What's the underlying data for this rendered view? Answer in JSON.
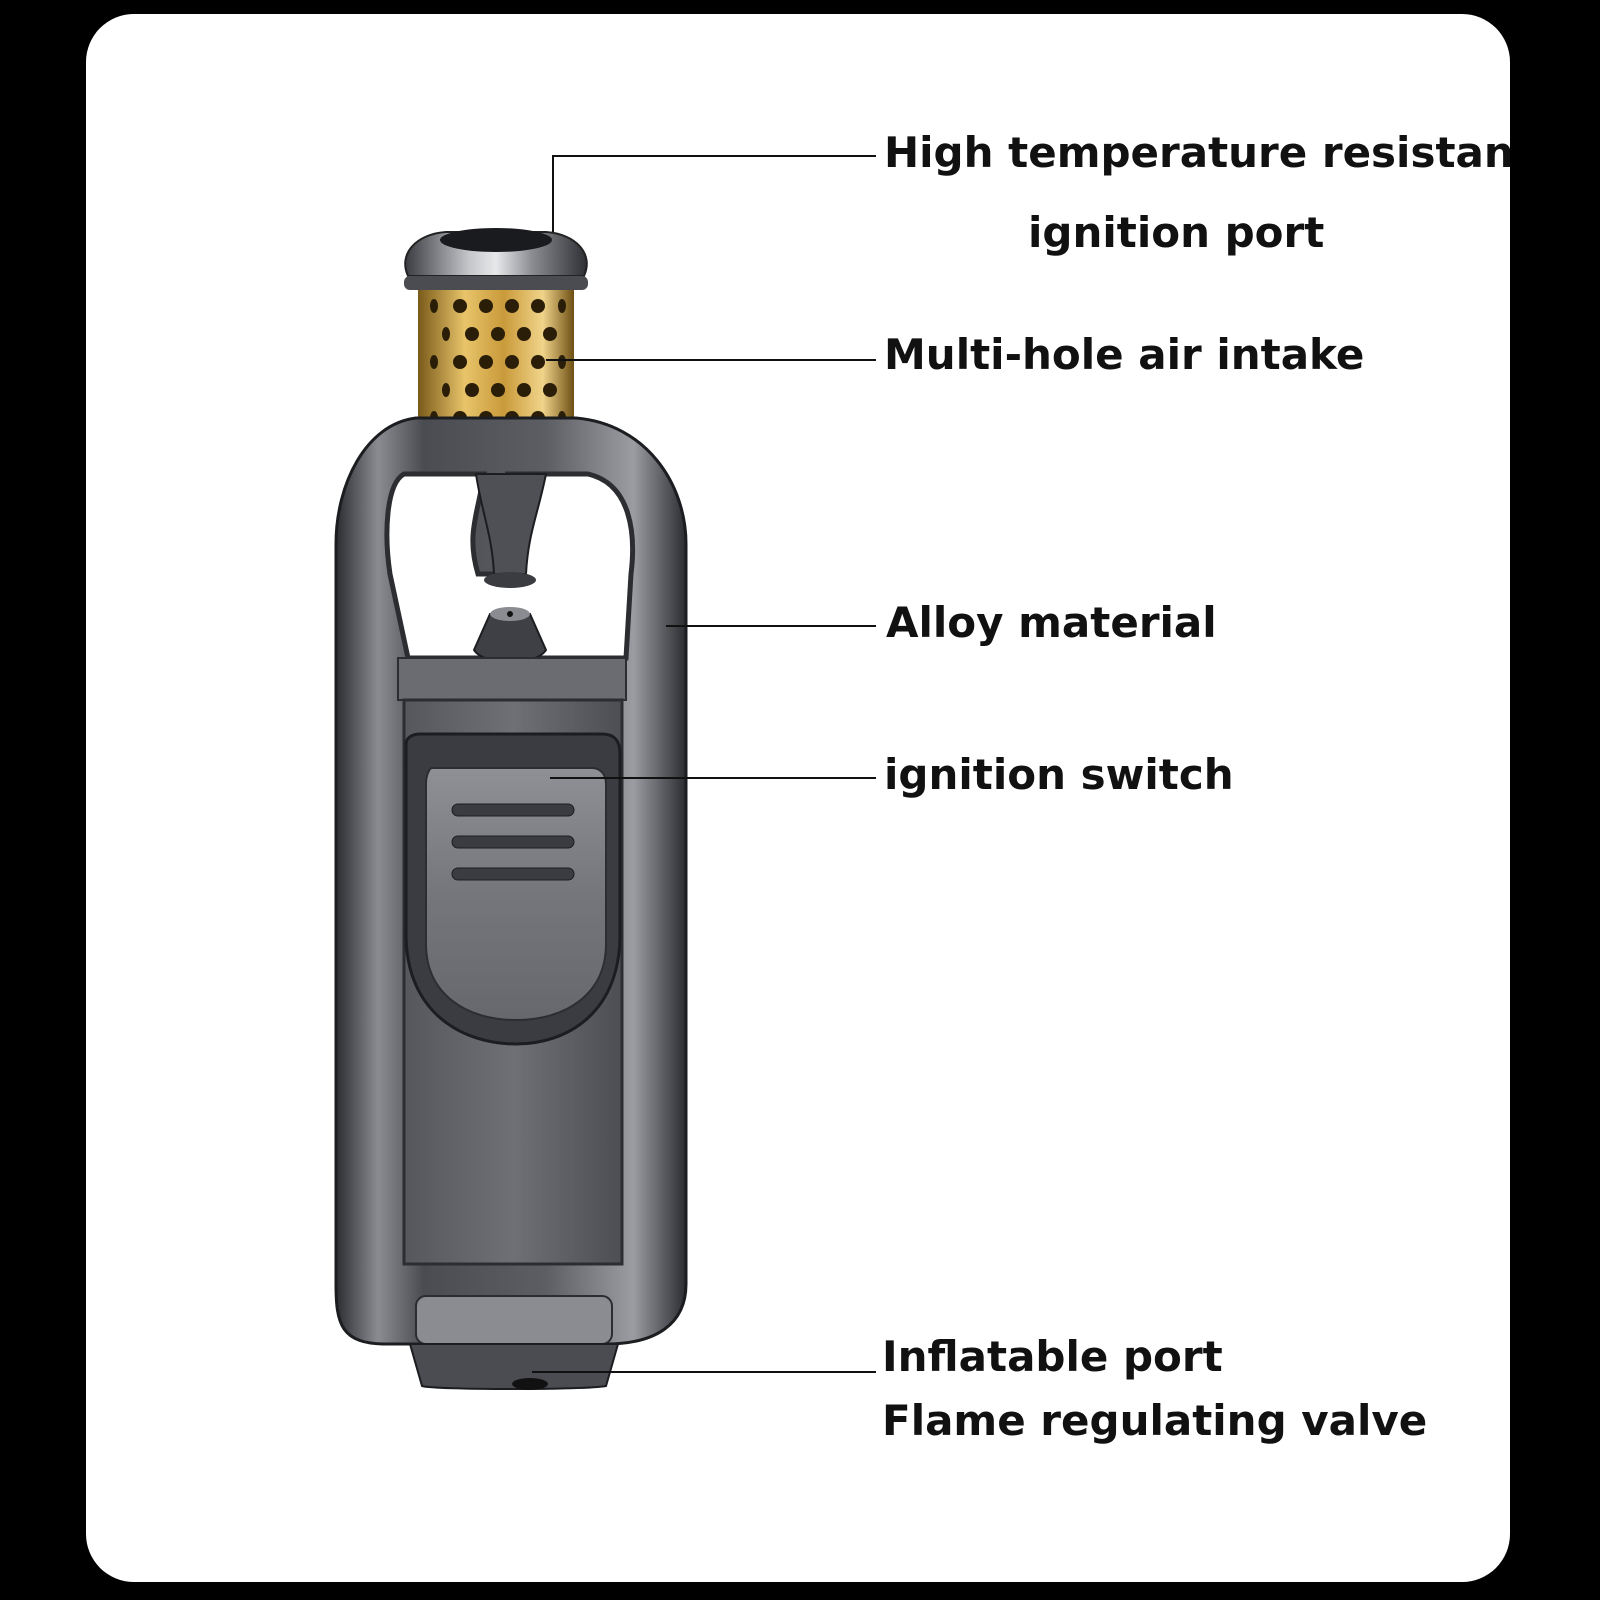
{
  "colors": {
    "background": "#000000",
    "panel": "#ffffff",
    "text": "#111111",
    "metal_dark": "#2b2d31",
    "metal_mid": "#6e7076",
    "metal_light": "#c4c6ca",
    "brass": "#c99a3a",
    "leader_line": "#111111"
  },
  "callouts": [
    {
      "id": "ignition-port",
      "lines": [
        "High temperature resistant",
        "ignition port"
      ]
    },
    {
      "id": "air-intake",
      "lines": [
        "Multi-hole air intake"
      ]
    },
    {
      "id": "alloy",
      "lines": [
        "Alloy material"
      ]
    },
    {
      "id": "ignition-switch",
      "lines": [
        "ignition switch"
      ]
    },
    {
      "id": "inflatable-port",
      "lines": [
        "Inflatable port",
        "Flame regulating valve"
      ]
    }
  ]
}
